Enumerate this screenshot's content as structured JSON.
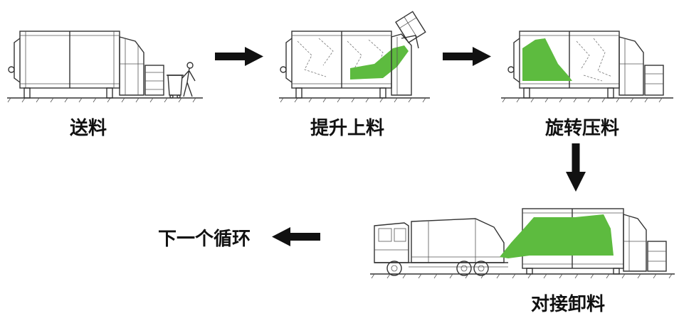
{
  "colors": {
    "waste_green": "#5dbb3f",
    "arrow": "#111111",
    "line": "#333333"
  },
  "steps": [
    {
      "label": "送料"
    },
    {
      "label": "提升上料"
    },
    {
      "label": "旋转压料"
    },
    {
      "label": "对接卸料"
    }
  ],
  "next_cycle": {
    "label": "下一个循环"
  },
  "arrows": [
    {
      "direction": "right"
    },
    {
      "direction": "right"
    },
    {
      "direction": "down"
    },
    {
      "direction": "left"
    }
  ]
}
